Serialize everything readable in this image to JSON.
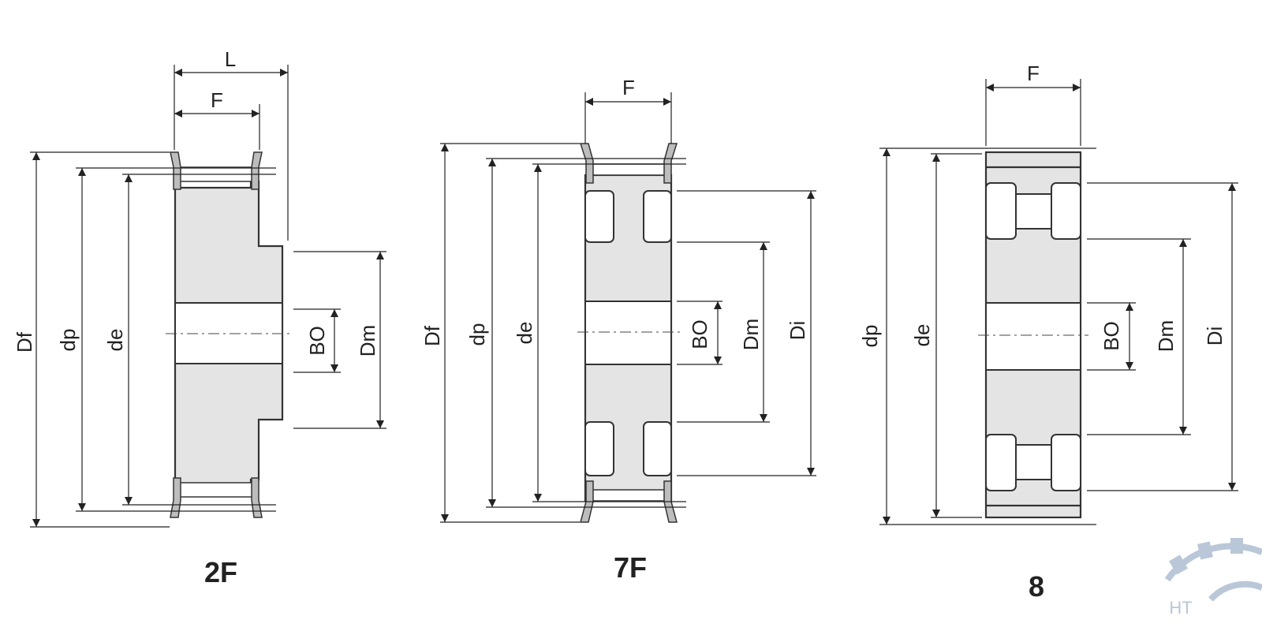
{
  "colors": {
    "part_fill": "#e4e4e4",
    "flange_fill": "#bdbdbd",
    "line": "#222222",
    "logo": "#b9c7d8"
  },
  "figures": [
    {
      "label": "2F",
      "dims": {
        "L": "L",
        "F": "F",
        "Df": "Df",
        "dp": "dp",
        "de": "de",
        "BO": "BO",
        "Dm": "Dm"
      }
    },
    {
      "label": "7F",
      "dims": {
        "F": "F",
        "Df": "Df",
        "dp": "dp",
        "de": "de",
        "BO": "BO",
        "Dm": "Dm",
        "Di": "Di"
      }
    },
    {
      "label": "8",
      "dims": {
        "F": "F",
        "dp": "dp",
        "de": "de",
        "BO": "BO",
        "Dm": "Dm",
        "Di": "Di"
      }
    }
  ],
  "logo": {
    "text": "HT",
    "icon": "gear-icon"
  }
}
